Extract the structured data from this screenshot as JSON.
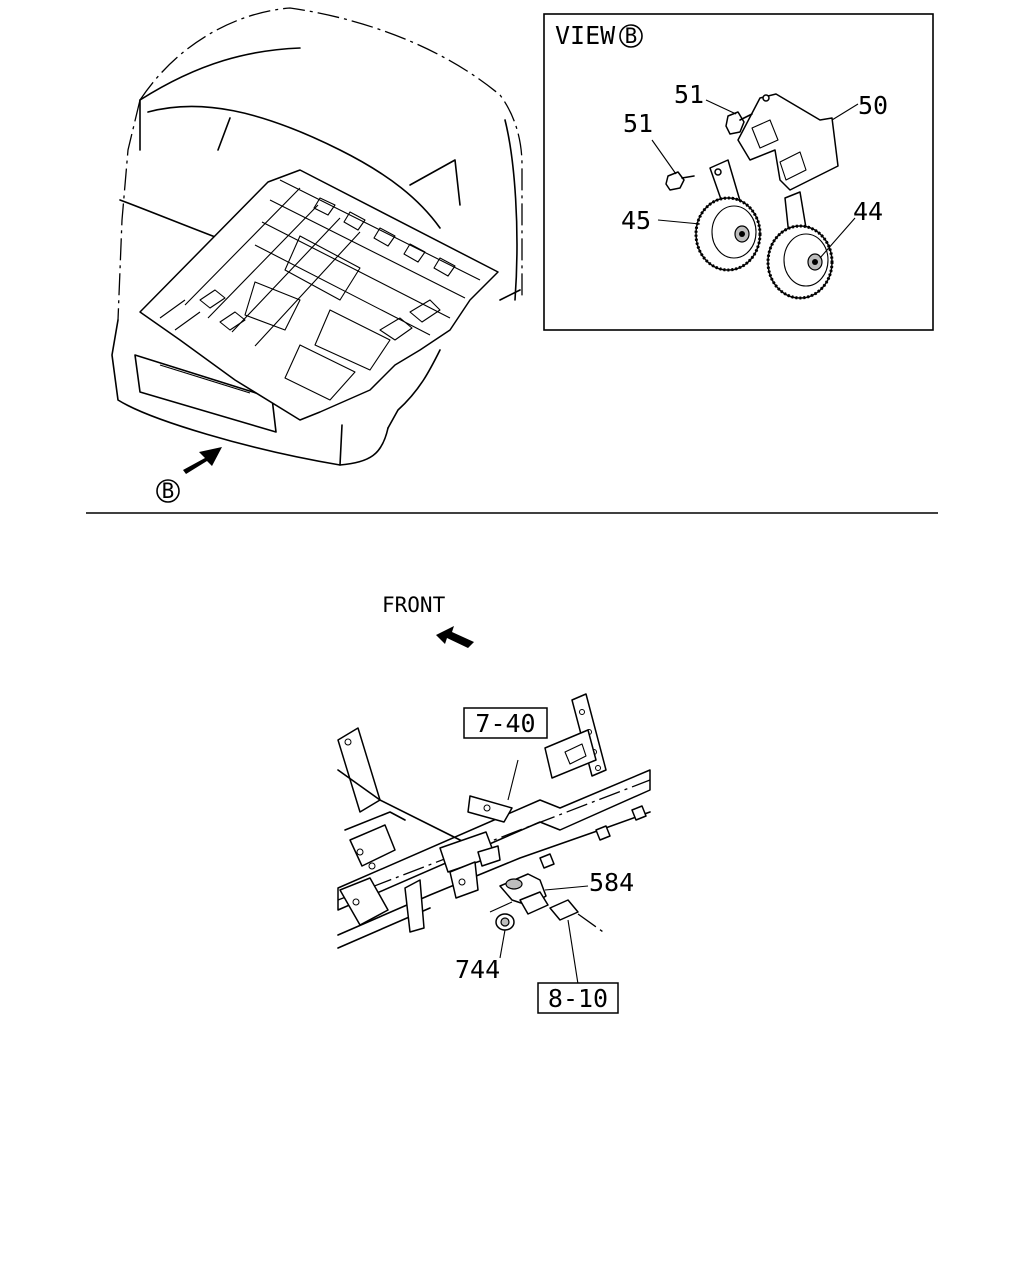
{
  "view_box": {
    "title_prefix": "VIEW",
    "title_mark": "B"
  },
  "view_marker": "B",
  "front_label": "FRONT",
  "callouts": {
    "c44": "44",
    "c45": "45",
    "c50": "50",
    "c51a": "51",
    "c51b": "51",
    "c584": "584",
    "c744": "744"
  },
  "references": {
    "r740": "7-40",
    "r810": "8-10"
  }
}
